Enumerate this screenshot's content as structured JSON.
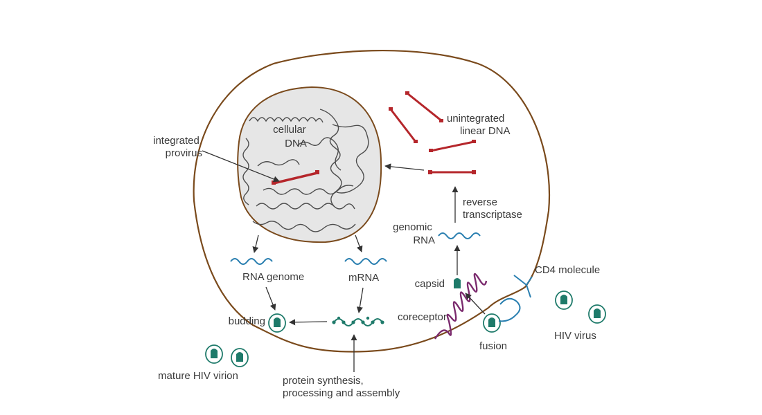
{
  "labels": {
    "cellular_dna": [
      "cellular",
      "DNA"
    ],
    "integrated_provirus": [
      "integrated",
      "provirus"
    ],
    "unintegrated_linear_dna": [
      "unintegrated",
      "linear DNA"
    ],
    "reverse_transcriptase": [
      "reverse",
      "transcriptase"
    ],
    "genomic_rna": [
      "genomic",
      "RNA"
    ],
    "capsid": "capsid",
    "cd4_molecule": "CD4 molecule",
    "coreceptor": "coreceptor",
    "fusion": "fusion",
    "hiv_virus": "HIV virus",
    "rna_genome": "RNA genome",
    "mrna": "mRNA",
    "budding": "budding",
    "mature_hiv_virion": "mature HIV virion",
    "protein_synthesis": [
      "protein synthesis,",
      "processing and assembly"
    ]
  },
  "colors": {
    "cell_membrane": "#7a4a1c",
    "nucleus_fill": "#e6e6e6",
    "chromatin": "#4d4d4d",
    "viral_dna": "#b5262b",
    "rna": "#2a7fb0",
    "virion": "#1e7a6a",
    "coreceptor": "#7b2b6e",
    "arrow": "#333333",
    "text": "#3a3a3a"
  }
}
